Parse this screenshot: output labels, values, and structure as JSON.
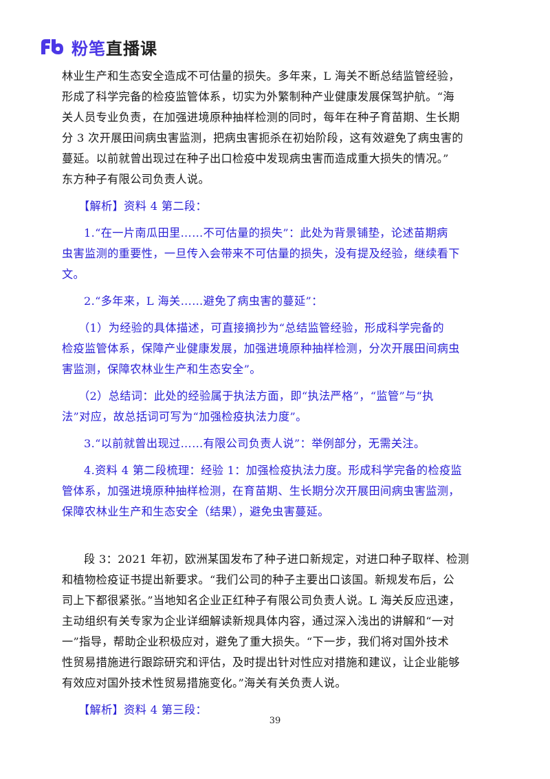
{
  "header": {
    "logo_icon": "fb-logo-icon",
    "brand_accent": "粉笔",
    "brand_rest": "直播课",
    "accent_color": "#4b37e6"
  },
  "colors": {
    "body_text": "#1a1a1a",
    "analysis_text": "#2b22d6"
  },
  "material_para2_cont": {
    "lines": [
      "林业生产和生态安全造成不可估量的损失。多年来，L 海关不断总结监管经验，",
      "形成了科学完备的检疫监管体系，切实为外繁制种产业健康发展保驾护航。“海",
      "关人员专业负责，在加强进境原种抽样检测的同时，每年在种子育苗期、生长期",
      "分 3 次开展田间病虫害监测，把病虫害扼杀在初始阶段，这有效避免了病虫害的",
      "蔓延。以前就曾出现过在种子出口检疫中发现病虫害而造成重大损失的情况。”",
      "东方种子有限公司负责人说。"
    ]
  },
  "analysis_para2": {
    "heading": "【解析】资料 4 第二段：",
    "item1": [
      "1.“在一片南瓜田里……不可估量的损失”：此处为背景铺垫，论述苗期病",
      "虫害监测的重要性，一旦传入会带来不可估量的损失，没有提及经验，继续看下",
      "文。"
    ],
    "item2_title": "2.“多年来，L 海关……避免了病虫害的蔓延”：",
    "item2_sub1": [
      "（1）为经验的具体描述，可直接摘抄为“总结监管经验，形成科学完备的",
      "检疫监管体系，保障产业健康发展，加强进境原种抽样检测，分次开展田间病虫",
      "害监测，保障农林业生产和生态安全”。"
    ],
    "item2_sub2": [
      "（2）总结词：此处的经验属于执法方面，即“执法严格”，“监管”与“执",
      "法”对应，故总括词可写为“加强检疫执法力度”。"
    ],
    "item3": "3.“以前就曾出现过……有限公司负责人说”：举例部分，无需关注。",
    "item4": [
      "4.资料 4 第二段梳理：经验 1：加强检疫执法力度。形成科学完备的检疫监",
      "管体系，加强进境原种抽样检测，在育苗期、生长期分次开展田间病虫害监测，",
      "保障农林业生产和生态安全（结果），避免虫害蔓延。"
    ]
  },
  "material_para3": {
    "lines": [
      "段 3：2021 年初，欧洲某国发布了种子进口新规定，对进口种子取样、检测",
      "和植物检疫证书提出新要求。“我们公司的种子主要出口该国。新规发布后，公",
      "司上下都很紧张。”当地知名企业正红种子有限公司负责人说。L 海关反应迅速，",
      "主动组织有关专家为企业详细解读新规具体内容，通过深入浅出的讲解和“一对",
      "一”指导，帮助企业积极应对，避免了重大损失。“下一步，我们将对国外技术",
      "性贸易措施进行跟踪研究和评估，及时提出针对性应对措施和建议，让企业能够",
      "有效应对国外技术性贸易措施变化。”海关有关负责人说。"
    ]
  },
  "analysis_para3": {
    "heading": "【解析】资料 4 第三段："
  },
  "footer": {
    "page_number": "39"
  }
}
